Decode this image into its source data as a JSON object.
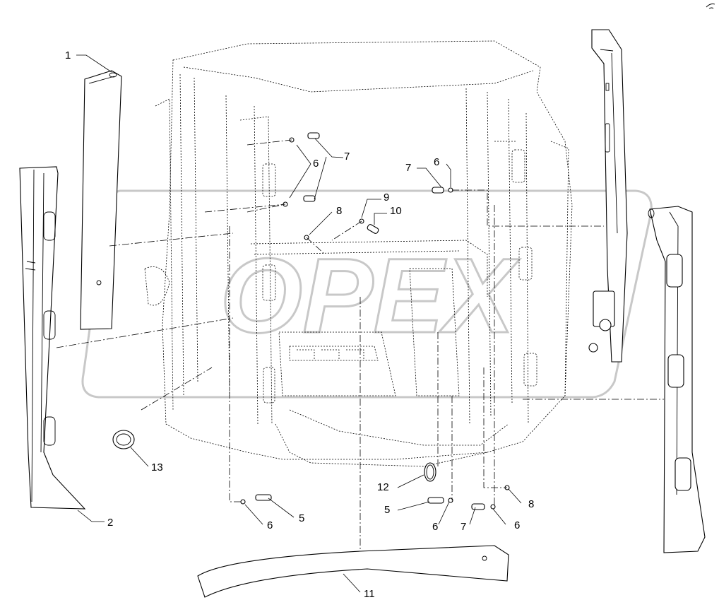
{
  "callouts": {
    "c1": "1",
    "c2": "2",
    "c5a": "5",
    "c5b": "5",
    "c6a": "6",
    "c6b": "6",
    "c6c": "6",
    "c6d": "6",
    "c6e": "6",
    "c7a": "7",
    "c7b": "7",
    "c7c": "7",
    "c8a": "8",
    "c8b": "8",
    "c9": "9",
    "c10": "10",
    "c11": "11",
    "c12": "12",
    "c13": "13"
  },
  "watermark": {
    "text": "OPEX",
    "color": "#c8c8c8"
  },
  "colors": {
    "line": "#000000",
    "background": "#ffffff"
  }
}
